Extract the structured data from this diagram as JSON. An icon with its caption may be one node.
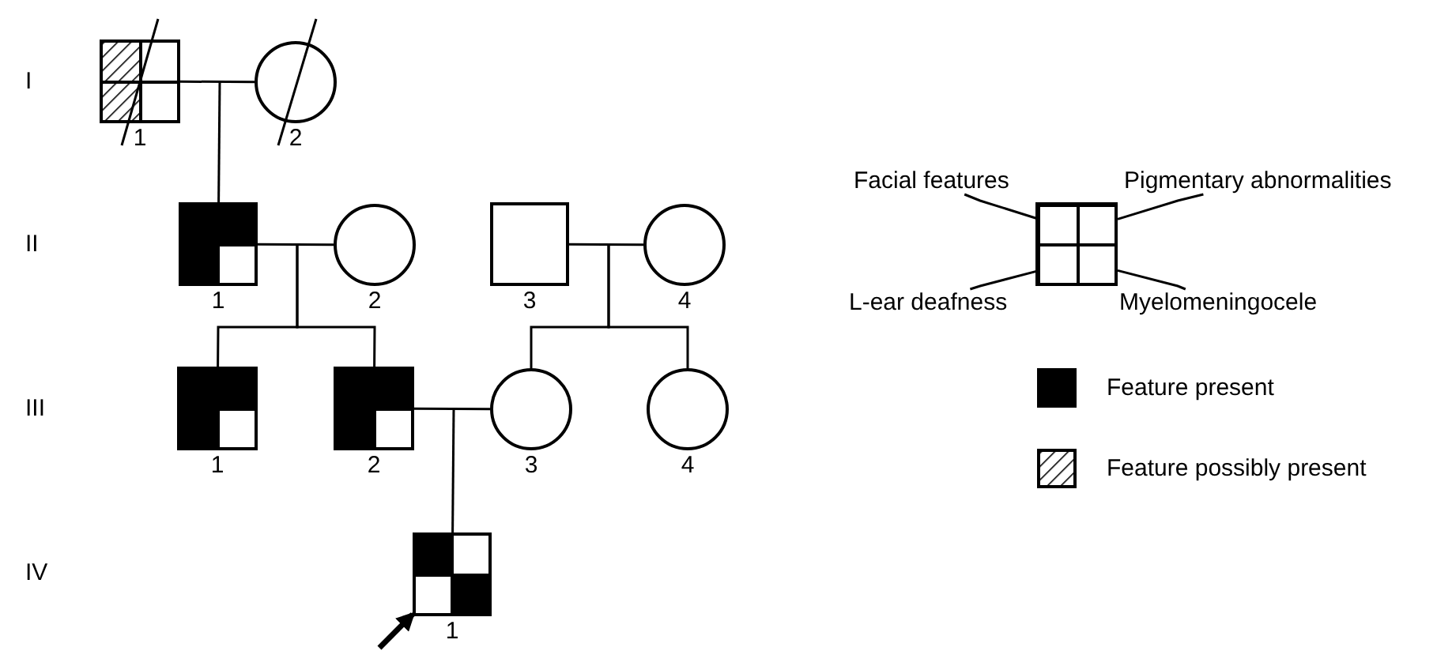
{
  "diagram": {
    "nodes": [
      {
        "text": [],
        "shape": "box",
        "beside": [
          "1"
        ]
      },
      {
        "text": [],
        "shape": "circle",
        "beside": [
          "2"
        ]
      },
      {
        "text": [],
        "shape": "box",
        "beside": [
          "1"
        ]
      },
      {
        "text": [],
        "shape": "circle",
        "beside": [
          "2"
        ]
      },
      {
        "text": [],
        "shape": "box",
        "beside": [
          "3"
        ]
      },
      {
        "text": [],
        "shape": "circle",
        "beside": [
          "4"
        ]
      },
      {
        "text": [],
        "shape": "box",
        "beside": [
          "1"
        ]
      },
      {
        "text": [],
        "shape": "box",
        "beside": [
          "2"
        ]
      },
      {
        "text": [],
        "shape": "circle",
        "beside": [
          "3"
        ]
      },
      {
        "text": [],
        "shape": "circle",
        "beside": [
          "4"
        ]
      },
      {
        "text": [],
        "shape": "box",
        "beside": [
          "1"
        ]
      },
      {
        "text": [
          "Facial features"
        ]
      },
      {
        "text": [
          "Pigmentary abnormalities"
        ]
      },
      {
        "text": [],
        "shape": "box"
      },
      {
        "text": [],
        "shape": "box",
        "in": 13
      },
      {
        "text": [],
        "shape": "box",
        "in": 13
      },
      {
        "text": [],
        "shape": "box",
        "in": 13
      },
      {
        "text": [],
        "shape": "box",
        "in": 13
      },
      {
        "text": [
          "L-ear deafness"
        ]
      },
      {
        "text": [
          "Myelomeningocele"
        ]
      }
    ],
    "edges": [
      {
        "from": 0,
        "to": 1,
        "arrow": "none"
      },
      {
        "from": null,
        "to": 2,
        "arrow": "none"
      },
      {
        "from": 2,
        "to": 3,
        "arrow": "none"
      },
      {
        "from": 4,
        "to": 5,
        "arrow": "none"
      },
      {
        "from": null,
        "to": 6,
        "arrow": "none"
      },
      {
        "from": null,
        "to": 7,
        "arrow": "none"
      },
      {
        "from": null,
        "to": 8,
        "arrow": "none"
      },
      {
        "from": null,
        "to": 9,
        "arrow": "none"
      },
      {
        "from": 7,
        "to": 8,
        "arrow": "none"
      },
      {
        "from": null,
        "to": 10,
        "arrow": "none"
      },
      {
        "from": null,
        "to": 10,
        "arrow": "to",
        "style": "thick"
      },
      {
        "from": 11,
        "to": 14,
        "arrow": "none"
      },
      {
        "from": 12,
        "to": 15,
        "arrow": "none"
      },
      {
        "from": 18,
        "to": 16,
        "arrow": "none"
      },
      {
        "from": 19,
        "to": 17,
        "arrow": "none"
      }
    ],
    "labels": [
      "I",
      "II",
      "III",
      "IV"
    ],
    "legend": [
      {
        "text": "Feature present",
        "color": "#000000"
      },
      {
        "text": "Feature possibly present"
      }
    ]
  }
}
